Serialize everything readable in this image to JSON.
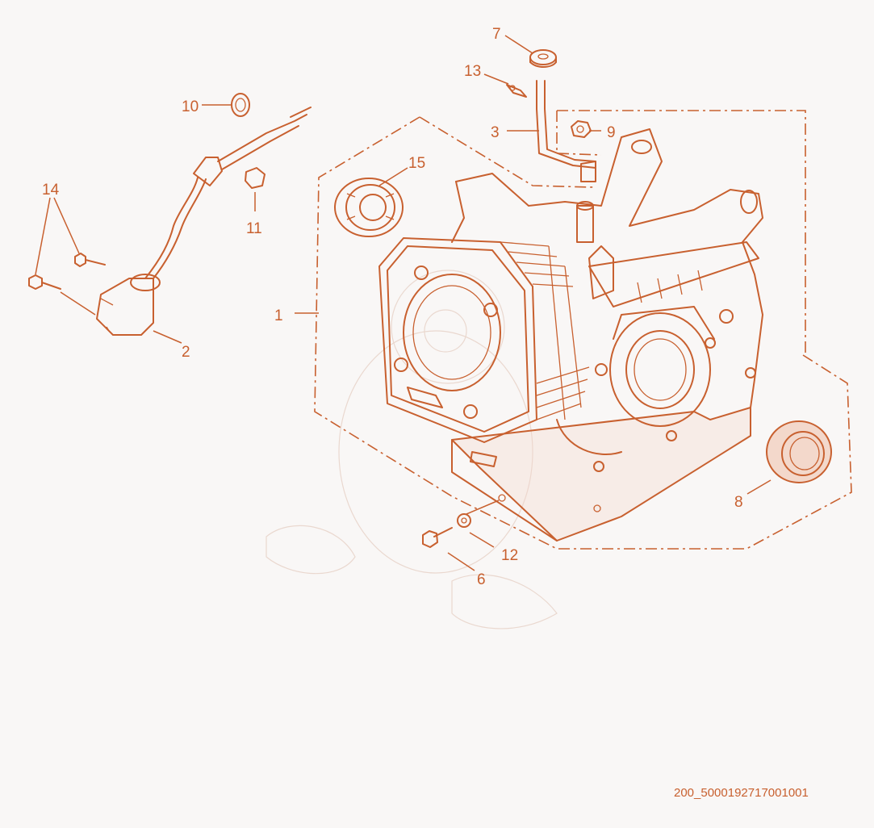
{
  "diagram": {
    "callouts": [
      {
        "id": "c1",
        "label": "1"
      },
      {
        "id": "c2",
        "label": "2"
      },
      {
        "id": "c3",
        "label": "3"
      },
      {
        "id": "c6",
        "label": "6"
      },
      {
        "id": "c7",
        "label": "7"
      },
      {
        "id": "c8",
        "label": "8"
      },
      {
        "id": "c9",
        "label": "9"
      },
      {
        "id": "c10",
        "label": "10"
      },
      {
        "id": "c11",
        "label": "11"
      },
      {
        "id": "c12",
        "label": "12"
      },
      {
        "id": "c13",
        "label": "13"
      },
      {
        "id": "c14",
        "label": "14"
      },
      {
        "id": "c15",
        "label": "15"
      }
    ],
    "image_id": "200_5000192717001001",
    "colors": {
      "line": "#c8602f",
      "background": "#f9f7f6"
    }
  }
}
